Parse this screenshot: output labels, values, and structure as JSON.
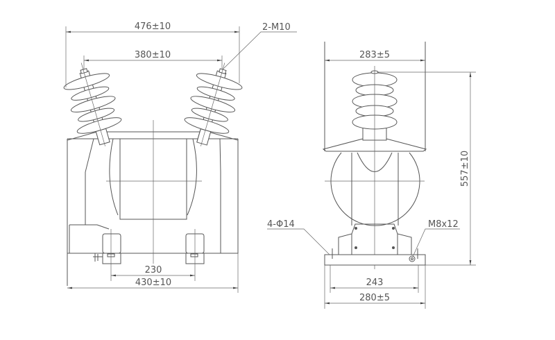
{
  "front_view": {
    "dim_overall_width": "476±10",
    "dim_terminal_spacing": "380±10",
    "terminal_label": "2-M10",
    "dim_mount_spacing": "230",
    "dim_base_width": "430±10"
  },
  "side_view": {
    "dim_top_width": "283±5",
    "dim_height": "557±10",
    "mount_holes_label": "4-Φ14",
    "ground_bolt_label": "M8x12",
    "dim_hole_spacing": "243",
    "dim_base_width": "280±5"
  }
}
